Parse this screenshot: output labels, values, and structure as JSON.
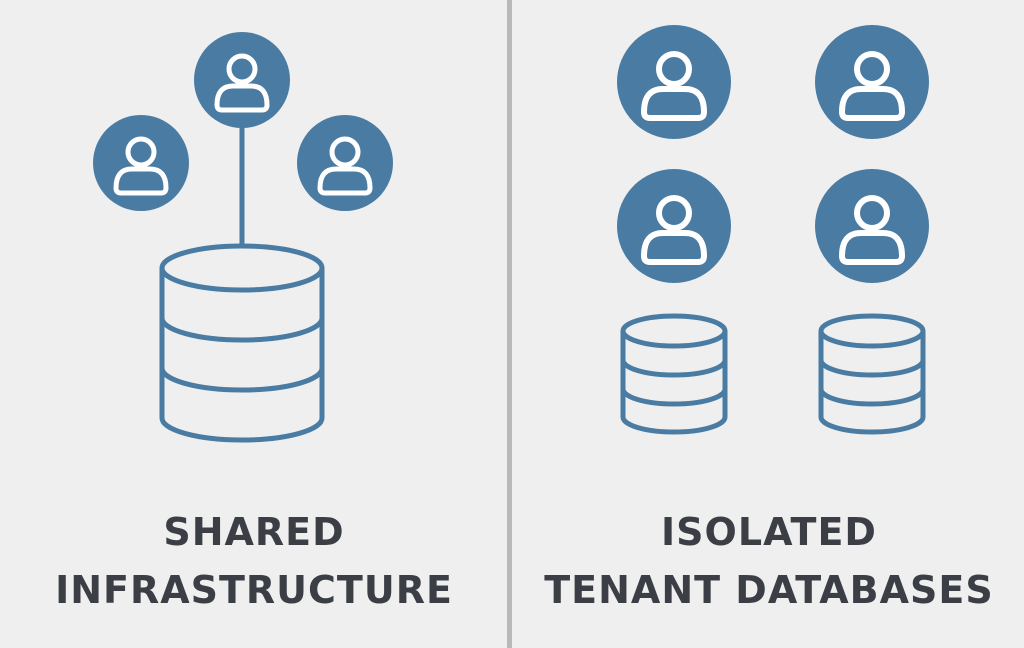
{
  "colors": {
    "accent": "#4a7ca3",
    "background": "#efefef",
    "divider": "#b9b9b9",
    "text": "#3b3f45"
  },
  "left_panel": {
    "caption_line1": "SHARED",
    "caption_line2": "INFRASTRUCTURE",
    "icons": [
      "user-icon",
      "user-icon",
      "user-icon",
      "database-icon"
    ]
  },
  "right_panel": {
    "caption_line1": "ISOLATED",
    "caption_line2": "TENANT DATABASES",
    "icons": [
      "user-icon",
      "user-icon",
      "user-icon",
      "user-icon",
      "database-icon",
      "database-icon"
    ]
  }
}
